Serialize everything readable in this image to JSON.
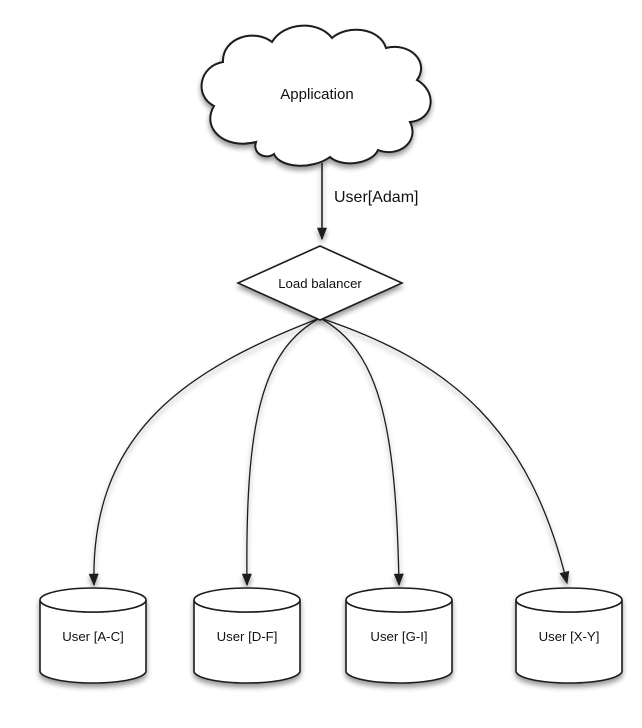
{
  "diagram": {
    "kind": "database-sharding-load-balancing",
    "nodes": {
      "application": {
        "type": "cloud",
        "label": "Application"
      },
      "load_balancer": {
        "type": "diamond",
        "label": "Load balancer"
      },
      "shards": [
        {
          "type": "cylinder",
          "label": "User [A-C]"
        },
        {
          "type": "cylinder",
          "label": "User [D-F]"
        },
        {
          "type": "cylinder",
          "label": "User [G-I]"
        },
        {
          "type": "cylinder",
          "label": "User [X-Y]"
        }
      ]
    },
    "edges": {
      "request": {
        "from": "application",
        "to": "load_balancer",
        "label": "User[Adam]"
      },
      "fanout_count": 4
    },
    "colors": {
      "background": "#ffffff",
      "stroke": "#1c1c1c",
      "shape_fill": "#ffffff",
      "text": "#111111",
      "shadow": "rgba(0,0,0,0.45)"
    }
  }
}
